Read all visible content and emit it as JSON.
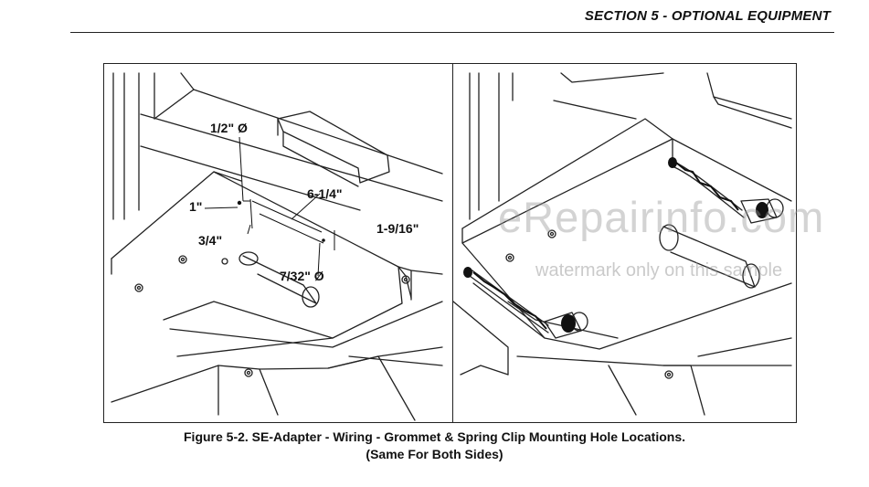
{
  "header": {
    "section_title": "SECTION 5 - OPTIONAL EQUIPMENT"
  },
  "figure": {
    "dimension_labels": {
      "hole_diameter": "1/2\" Ø",
      "offset_1": "1\"",
      "offset_3_4": "3/4\"",
      "length_6_1_4": "6-1/4\"",
      "height_1_9_16": "1-9/16\"",
      "small_hole_diameter": "7/32\" Ø"
    },
    "caption_line_1": "Figure 5-2. SE-Adapter - Wiring - Grommet & Spring Clip Mounting Hole Locations.",
    "caption_line_2": "(Same For Both Sides)"
  },
  "watermark": {
    "main": "eRepairinfo.com",
    "note": "watermark only on this sample"
  }
}
